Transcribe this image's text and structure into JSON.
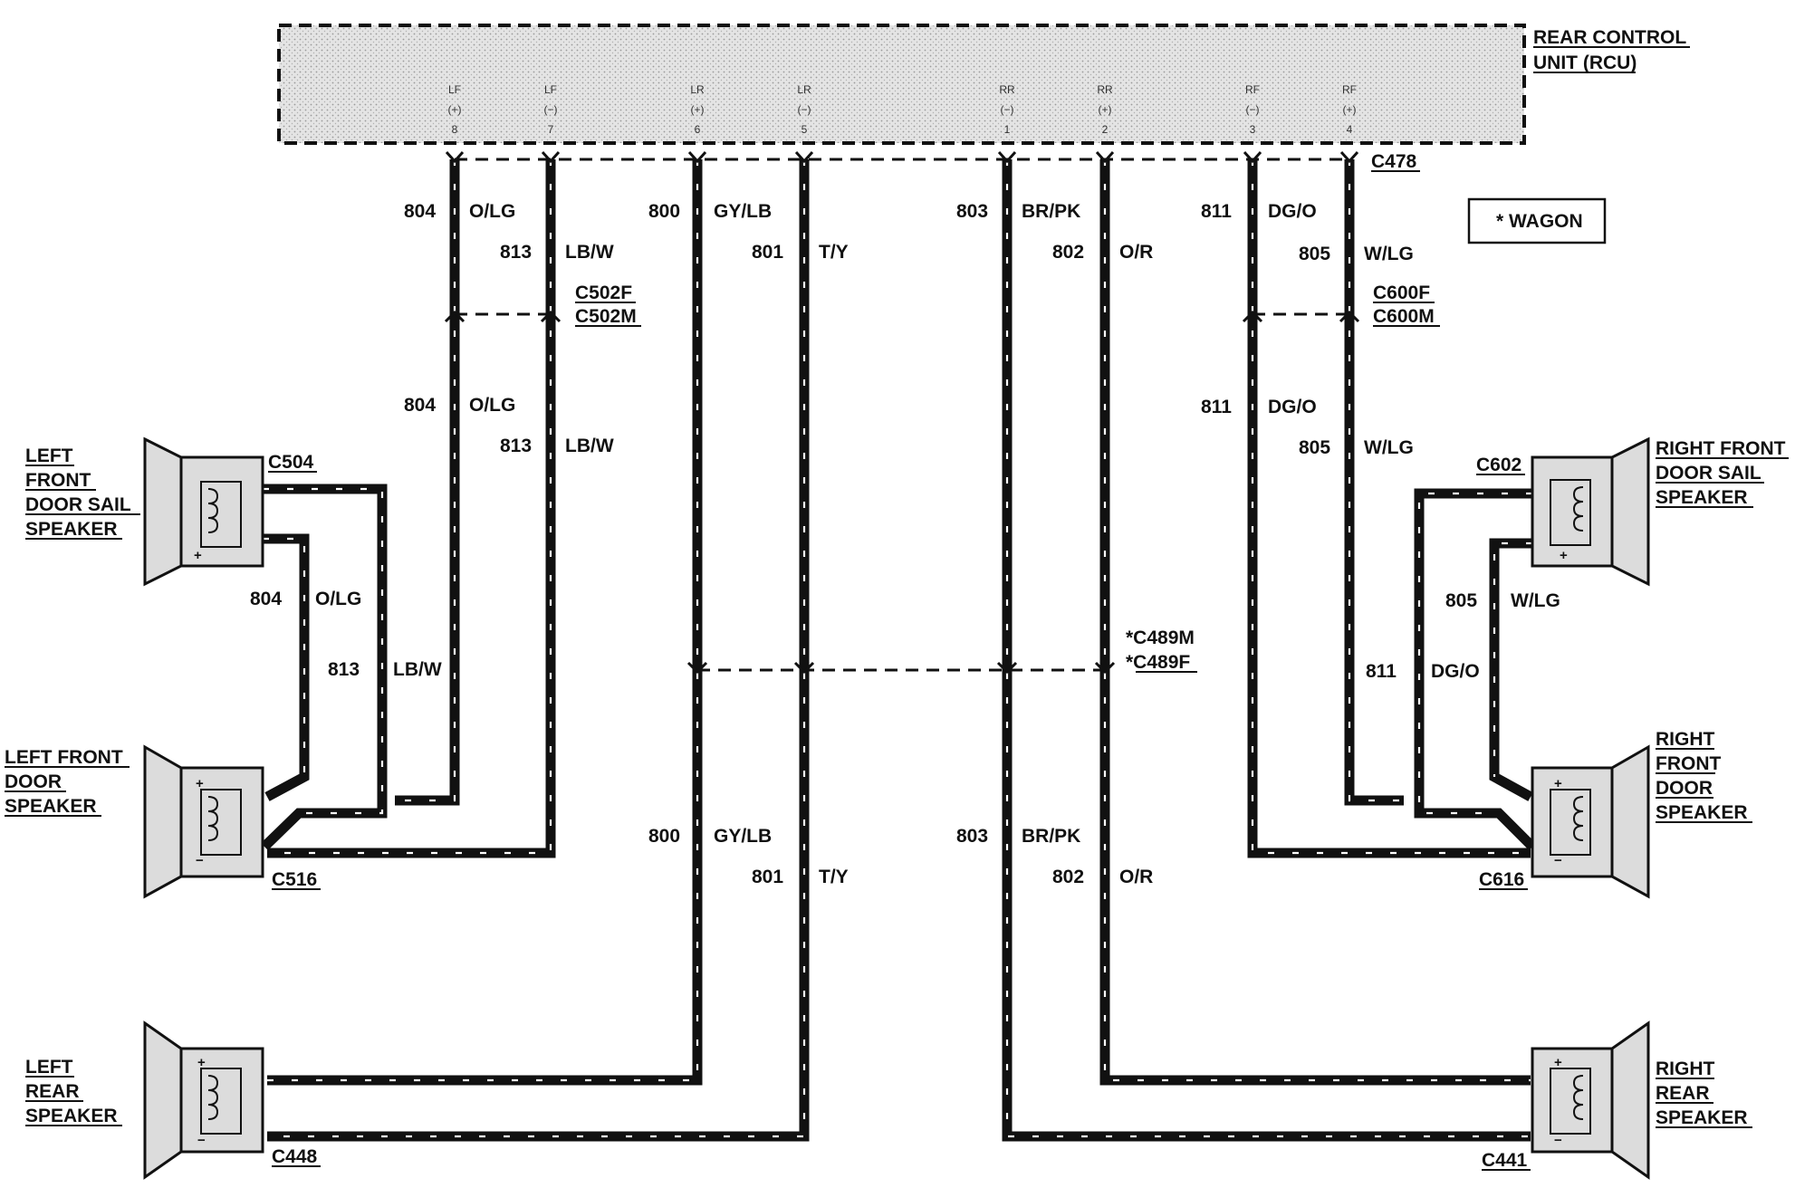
{
  "rcu": {
    "title_line1": "REAR CONTROL",
    "title_line2": "UNIT (RCU)",
    "pins": [
      {
        "name": "LF",
        "pol": "(+)",
        "num": "8"
      },
      {
        "name": "LF",
        "pol": "(−)",
        "num": "7"
      },
      {
        "name": "LR",
        "pol": "(+)",
        "num": "6"
      },
      {
        "name": "LR",
        "pol": "(−)",
        "num": "5"
      },
      {
        "name": "RR",
        "pol": "(−)",
        "num": "1"
      },
      {
        "name": "RR",
        "pol": "(+)",
        "num": "2"
      },
      {
        "name": "RF",
        "pol": "(−)",
        "num": "3"
      },
      {
        "name": "RF",
        "pol": "(+)",
        "num": "4"
      }
    ]
  },
  "legend": {
    "wagon": "*  WAGON"
  },
  "connectors": {
    "c478": "C478",
    "c502f": "C502F",
    "c502m": "C502M",
    "c600f": "C600F",
    "c600m": "C600M",
    "c489m": "*C489M",
    "c489f": "*C489F",
    "c504": "C504",
    "c516": "C516",
    "c448": "C448",
    "c602": "C602",
    "c616": "C616",
    "c441": "C441"
  },
  "circuits": {
    "c804": "804",
    "olg": "O/LG",
    "c813": "813",
    "lbw": "LB/W",
    "c800": "800",
    "gylb": "GY/LB",
    "c801": "801",
    "ty": "T/Y",
    "c803": "803",
    "brpk": "BR/PK",
    "c802": "802",
    "or": "O/R",
    "c811": "811",
    "dgo": "DG/O",
    "c805": "805",
    "wlg": "W/LG"
  },
  "speakers": {
    "lf_sail": [
      "LEFT",
      "FRONT",
      "DOOR SAIL",
      "SPEAKER"
    ],
    "lf_door": [
      "LEFT FRONT",
      "DOOR",
      "SPEAKER"
    ],
    "l_rear": [
      "LEFT",
      "REAR",
      "SPEAKER"
    ],
    "rf_sail": [
      "RIGHT FRONT",
      "DOOR SAIL",
      "SPEAKER"
    ],
    "rf_door": [
      "RIGHT",
      "FRONT",
      "DOOR",
      "SPEAKER"
    ],
    "r_rear": [
      "RIGHT",
      "REAR",
      "SPEAKER"
    ]
  },
  "symbols": {
    "plus": "+",
    "minus": "−"
  }
}
